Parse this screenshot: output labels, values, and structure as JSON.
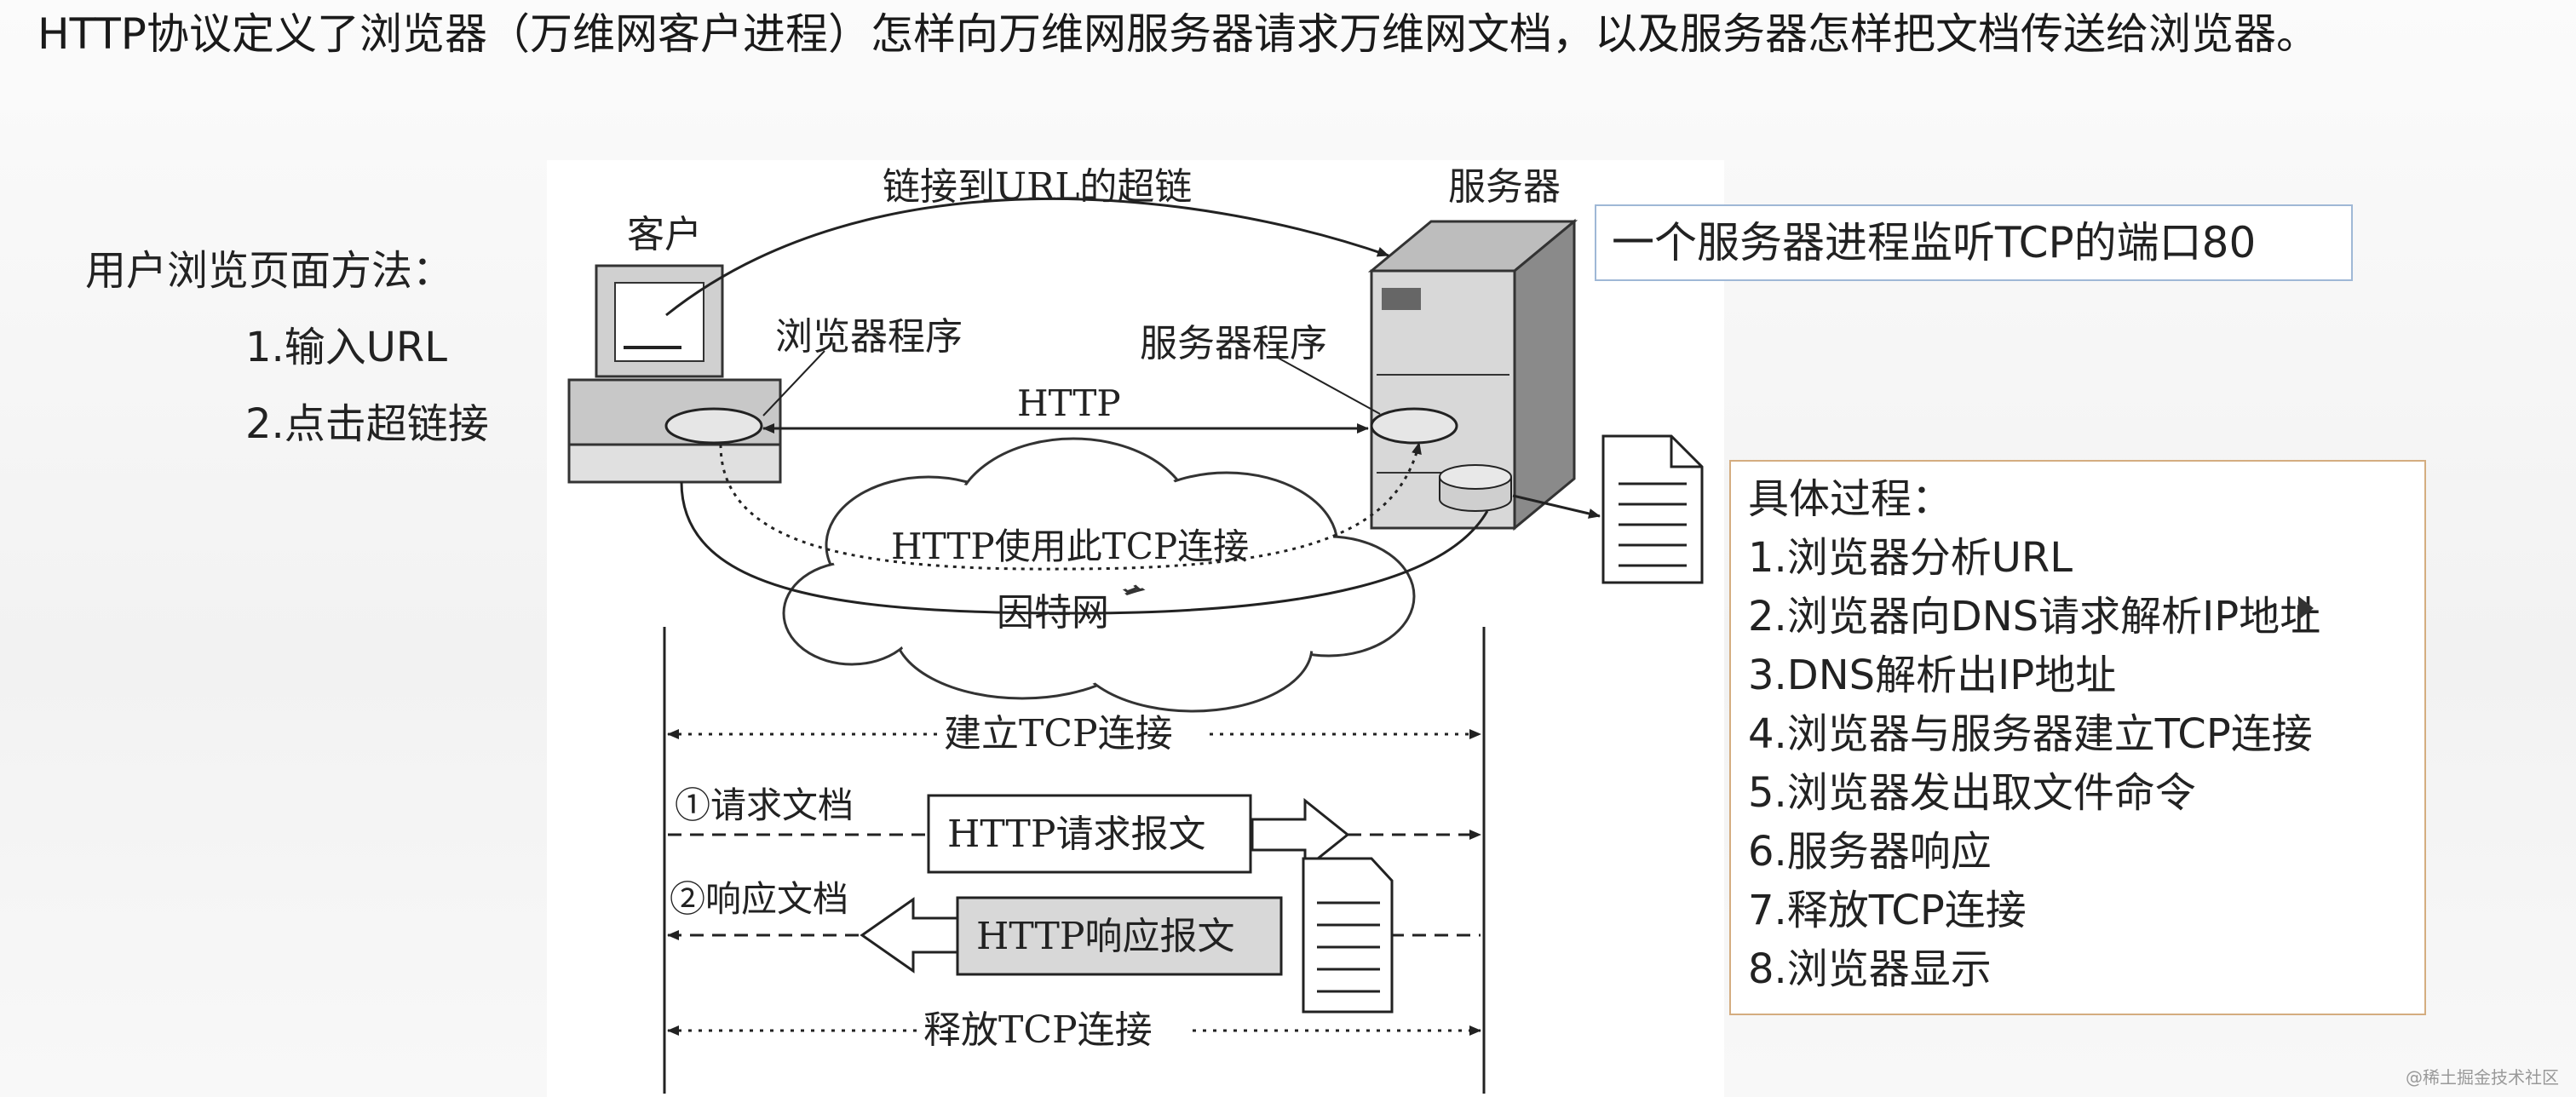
{
  "intro": "HTTP协议定义了浏览器（万维网客户进程）怎样向万维网服务器请求万维网文档，以及服务器怎样把文档传送给浏览器。",
  "methods": {
    "title": "用户浏览页面方法：",
    "items": [
      "1.输入URL",
      "2.点击超链接"
    ]
  },
  "diagram": {
    "client_label": "客户",
    "server_label": "服务器",
    "hyperlink_label": "链接到URL的超链",
    "browser_program": "浏览器程序",
    "server_program": "服务器程序",
    "http_label": "HTTP",
    "tcp_label": "HTTP使用此TCP连接",
    "internet_label": "因特网",
    "seq": {
      "establish": "建立TCP连接",
      "request_doc": "①请求文档",
      "request_msg": "HTTP请求报文",
      "response_doc": "②响应文档",
      "response_msg": "HTTP响应报文",
      "release": "释放TCP连接"
    }
  },
  "server_note": "一个服务器进程监听TCP的端口80",
  "process": {
    "title": "具体过程：",
    "steps": [
      "1.浏览器分析URL",
      "2.浏览器向DNS请求解析IP地址",
      "3.DNS解析出IP地址",
      "4.浏览器与服务器建立TCP连接",
      "5.浏览器发出取文件命令",
      "6.服务器响应",
      "7.释放TCP连接",
      "8.浏览器显示"
    ]
  },
  "watermark": "@稀土掘金技术社区",
  "colors": {
    "box_border_blue": "#9fb8d6",
    "box_border_orange": "#d4ad80"
  }
}
